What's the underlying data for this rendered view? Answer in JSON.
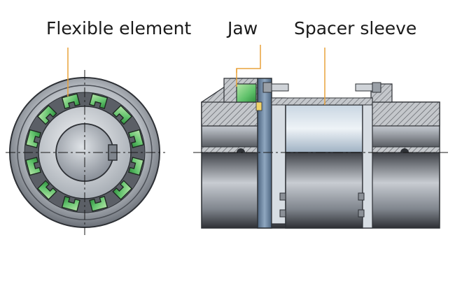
{
  "labels": {
    "flexible_element": "Flexible element",
    "jaw": "Jaw",
    "spacer_sleeve": "Spacer sleeve"
  },
  "colors": {
    "leader_line": "#e9a23b",
    "flexible_element": "#5fc16a",
    "steel_dark": "#3f4248",
    "steel_light": "#cfd3d8",
    "blue_steel": "#6e8aa8"
  }
}
